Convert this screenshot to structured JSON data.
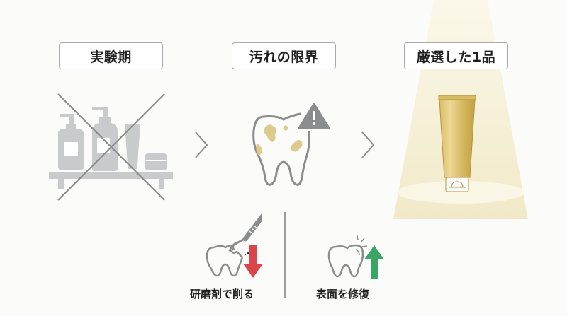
{
  "steps": [
    {
      "title": "実験期",
      "icon": "crossed-out-toiletries-icon"
    },
    {
      "title": "汚れの限界",
      "icon": "stained-tooth-warning-icon"
    },
    {
      "title": "厳選した1品",
      "icon": "spotlight-gold-tube-icon"
    }
  ],
  "arrows": [
    "chevron-right-icon",
    "chevron-right-icon"
  ],
  "bottom": {
    "left": {
      "caption": "研磨剤で削る",
      "icon": "tooth-scraper-icon",
      "arrow": "arrow-down-icon",
      "arrow_color": "#d9454a"
    },
    "right": {
      "caption": "表面を修復",
      "icon": "shiny-tooth-icon",
      "arrow": "arrow-up-icon",
      "arrow_color": "#3aa564"
    }
  },
  "colors": {
    "gray_icon": "#c8cacb",
    "line_gray": "#8a8c8e",
    "stain": "#d9c98a",
    "gold": "#c9a94a",
    "spotlight": "#f6f1da"
  }
}
